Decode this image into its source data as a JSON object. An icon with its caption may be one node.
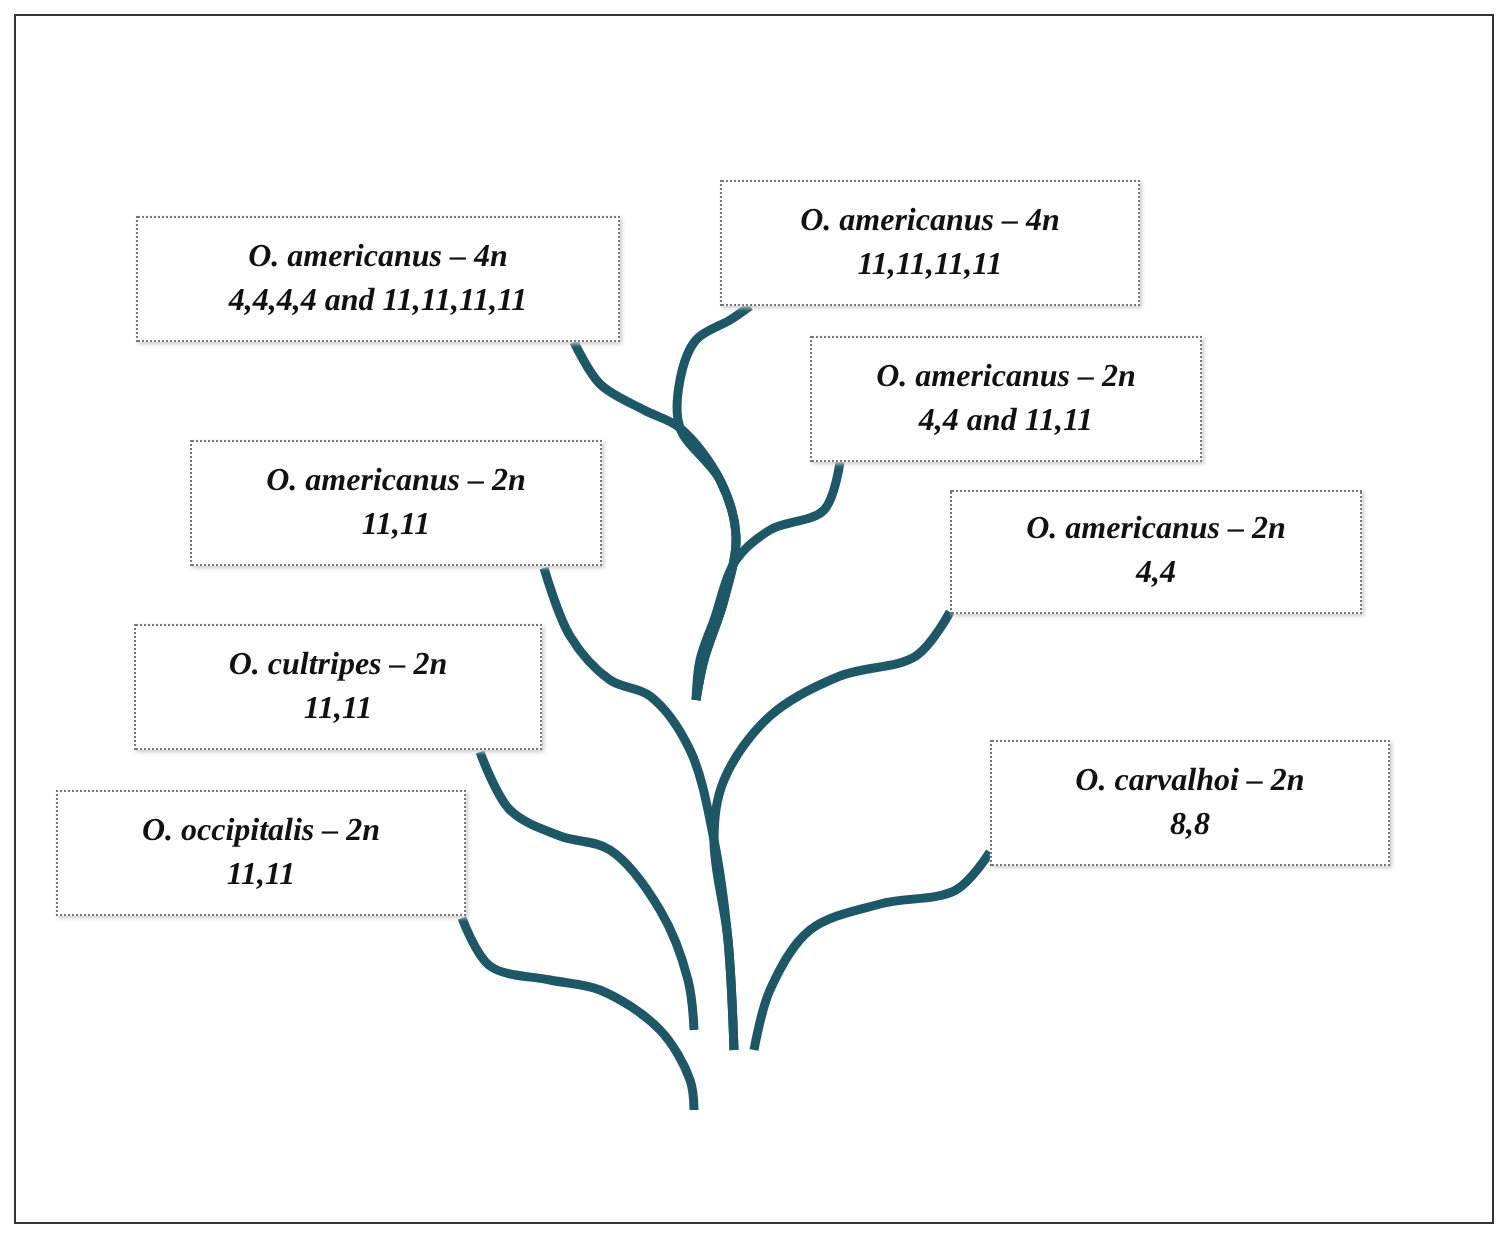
{
  "diagram": {
    "nodes": [
      {
        "text": [
          "O. americanus – 4n",
          "4,4,4,4 and  11,11,11,11"
        ]
      },
      {
        "text": [
          "O. americanus – 4n",
          "11,11,11,11"
        ]
      },
      {
        "text": [
          "O. americanus – 2n",
          "4,4 and 11,11"
        ]
      },
      {
        "text": [
          "O. americanus – 2n",
          "11,11"
        ]
      },
      {
        "text": [
          "O. americanus – 2n",
          "4,4"
        ]
      },
      {
        "text": [
          "O. cultripes – 2n",
          "11,11"
        ]
      },
      {
        "text": [
          "O. carvalhoi – 2n",
          "8,8"
        ]
      },
      {
        "text": [
          "O. occipitalis – 2n",
          "11,11"
        ]
      }
    ],
    "edges": [
      {
        "from": 0,
        "to": null,
        "arrow": "none"
      },
      {
        "from": 1,
        "to": null,
        "arrow": "none"
      },
      {
        "from": 2,
        "to": null,
        "arrow": "none"
      },
      {
        "from": 3,
        "to": null,
        "arrow": "none"
      },
      {
        "from": 4,
        "to": null,
        "arrow": "none"
      },
      {
        "from": 5,
        "to": null,
        "arrow": "none"
      },
      {
        "from": 6,
        "to": null,
        "arrow": "none"
      },
      {
        "from": 7,
        "to": null,
        "arrow": "none"
      }
    ]
  }
}
